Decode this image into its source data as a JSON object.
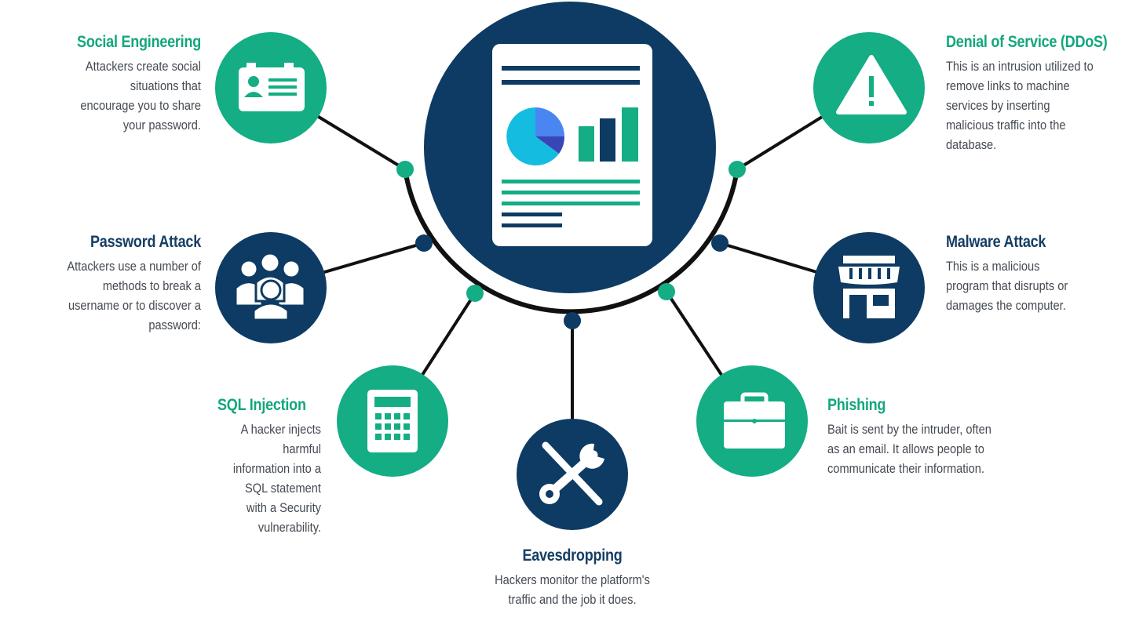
{
  "colors": {
    "green": "#14ad84",
    "navy": "#0d3b63",
    "line": "#111111",
    "doc_cyan": "#14bde0",
    "doc_blue": "#4a86f2",
    "doc_indigo": "#3b46b6"
  },
  "items": [
    {
      "title": "Social Engineering",
      "desc": "Attackers create social situations that encourage you to share your password.",
      "icon": "id-card-icon"
    },
    {
      "title": "Password Attack",
      "desc": "Attackers use a number of methods to break a username or to discover a password:",
      "icon": "user-group-icon"
    },
    {
      "title": "SQL Injection",
      "desc": "A hacker injects harmful information into a SQL statement with a Security vulnerability.",
      "icon": "calculator-icon"
    },
    {
      "title": "Eavesdropping",
      "desc": "Hackers monitor the platform's traffic and the job it does.",
      "icon": "tools-icon"
    },
    {
      "title": "Phishing",
      "desc": "Bait is sent by the intruder, often as an email. It allows people to communicate their information.",
      "icon": "briefcase-icon"
    },
    {
      "title": "Malware Attack",
      "desc": "This is a malicious program that disrupts or damages the computer.",
      "icon": "storefront-icon"
    },
    {
      "title": "Denial of Service (DDoS)",
      "desc": "This is an intrusion utilized to remove links to machine services by inserting malicious traffic into the database.",
      "icon": "warning-icon"
    }
  ],
  "center_icon": "report-document-icon"
}
